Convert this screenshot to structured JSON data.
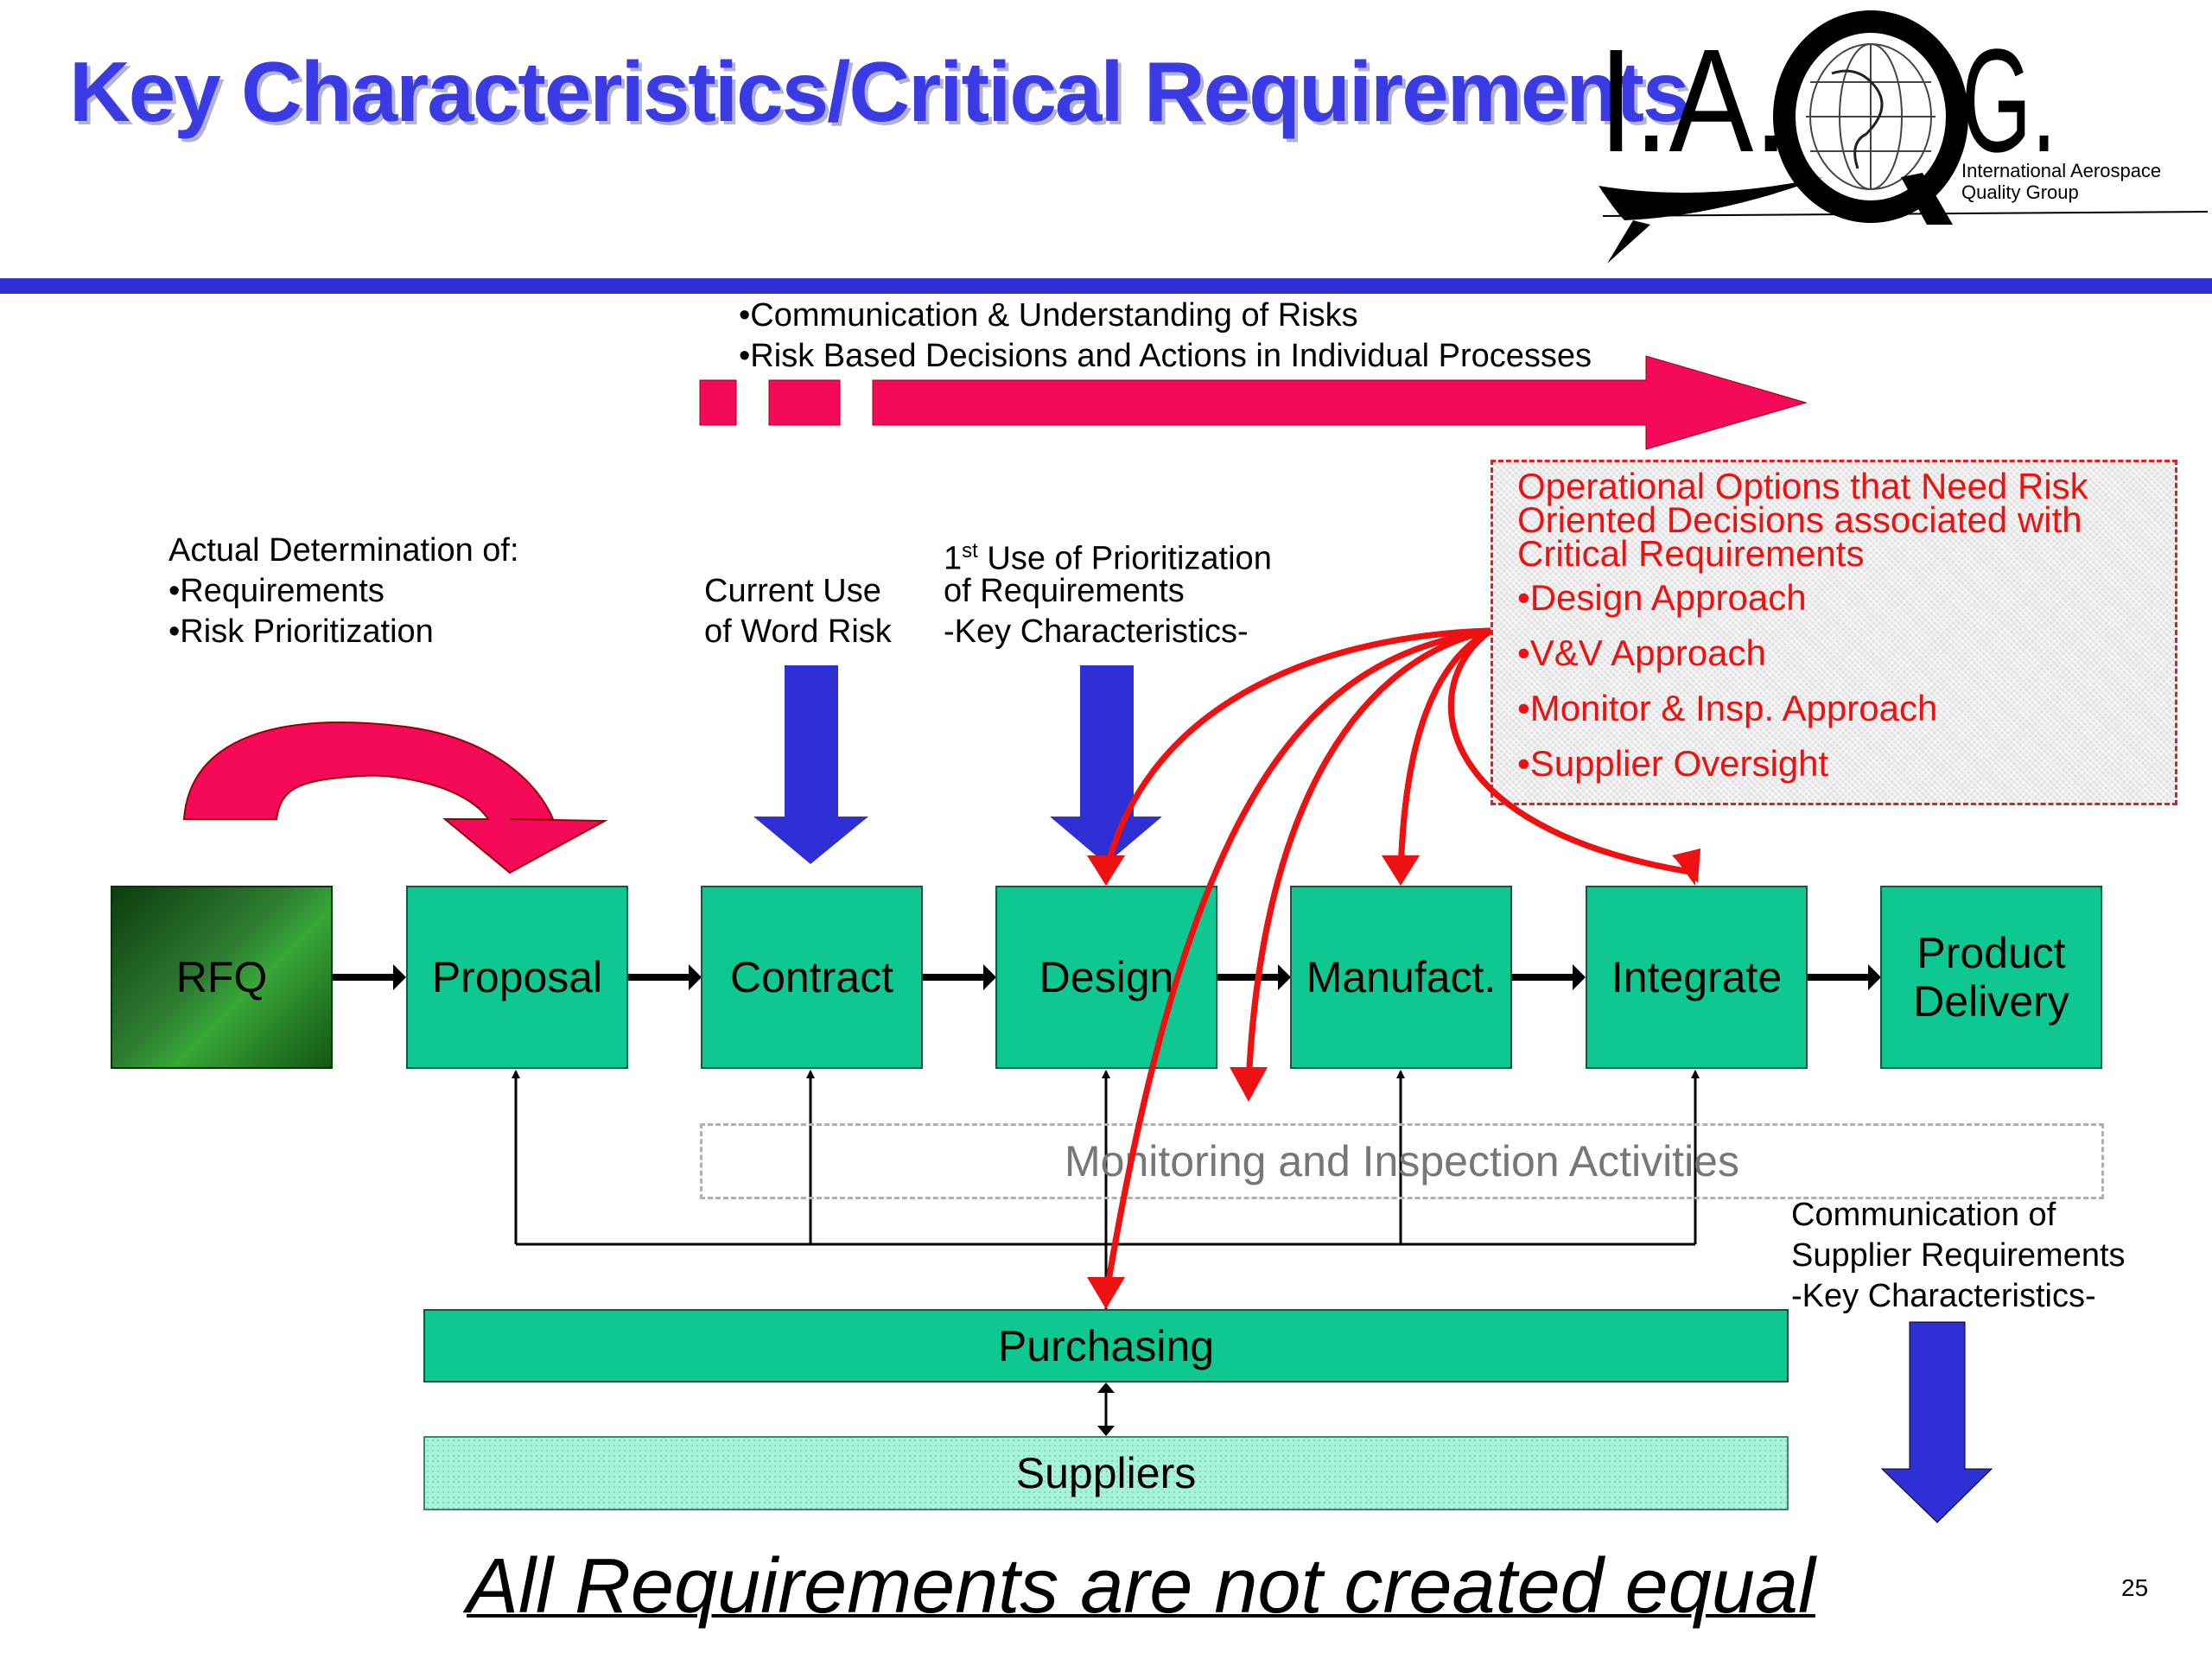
{
  "title": "Key Characteristics/Critical Requirements",
  "logo": {
    "letters": "I.A.Q.G.",
    "org_line1": "International Aerospace",
    "org_line2": "Quality Group"
  },
  "top_banner": {
    "line1": "•Communication & Understanding of Risks",
    "line2": "•Risk Based Decisions and Actions in Individual Processes"
  },
  "annotations": {
    "actual_determination": {
      "line1": "Actual Determination of:",
      "line2": "•Requirements",
      "line3": "•Risk Prioritization"
    },
    "current_use": {
      "line1": "Current Use",
      "line2": "of Word Risk"
    },
    "first_use": {
      "sup": "st",
      "line1_num": "1",
      "line1_rest": " Use of Prioritization",
      "line2": "of Requirements",
      "line3": "-Key Characteristics-"
    },
    "supplier_comm": {
      "line1": "Communication of",
      "line2": "Supplier  Requirements",
      "line3": "-Key Characteristics-"
    }
  },
  "operational_box": {
    "heading_line1": "Operational Options that Need Risk",
    "heading_line2": "Oriented Decisions associated with",
    "heading_line3": "Critical Requirements",
    "items": [
      "•Design Approach",
      "•V&V Approach",
      "•Monitor & Insp. Approach",
      "•Supplier Oversight"
    ]
  },
  "process": {
    "rfq": "RFQ",
    "proposal": "Proposal",
    "contract": "Contract",
    "design": "Design",
    "manufact": "Manufact.",
    "integrate": "Integrate",
    "delivery_line1": "Product",
    "delivery_line2": "Delivery"
  },
  "monitoring": "Monitoring and Inspection Activities",
  "purchasing": "Purchasing",
  "suppliers": "Suppliers",
  "footer": "All Requirements are not created equal",
  "page_number": "25",
  "colors": {
    "title_blue": "#3b3be6",
    "process_green": "#0fc891",
    "risk_red": "#ee1111",
    "banner_pink": "#f50a5a",
    "arrow_blue": "#2f2fd6"
  }
}
